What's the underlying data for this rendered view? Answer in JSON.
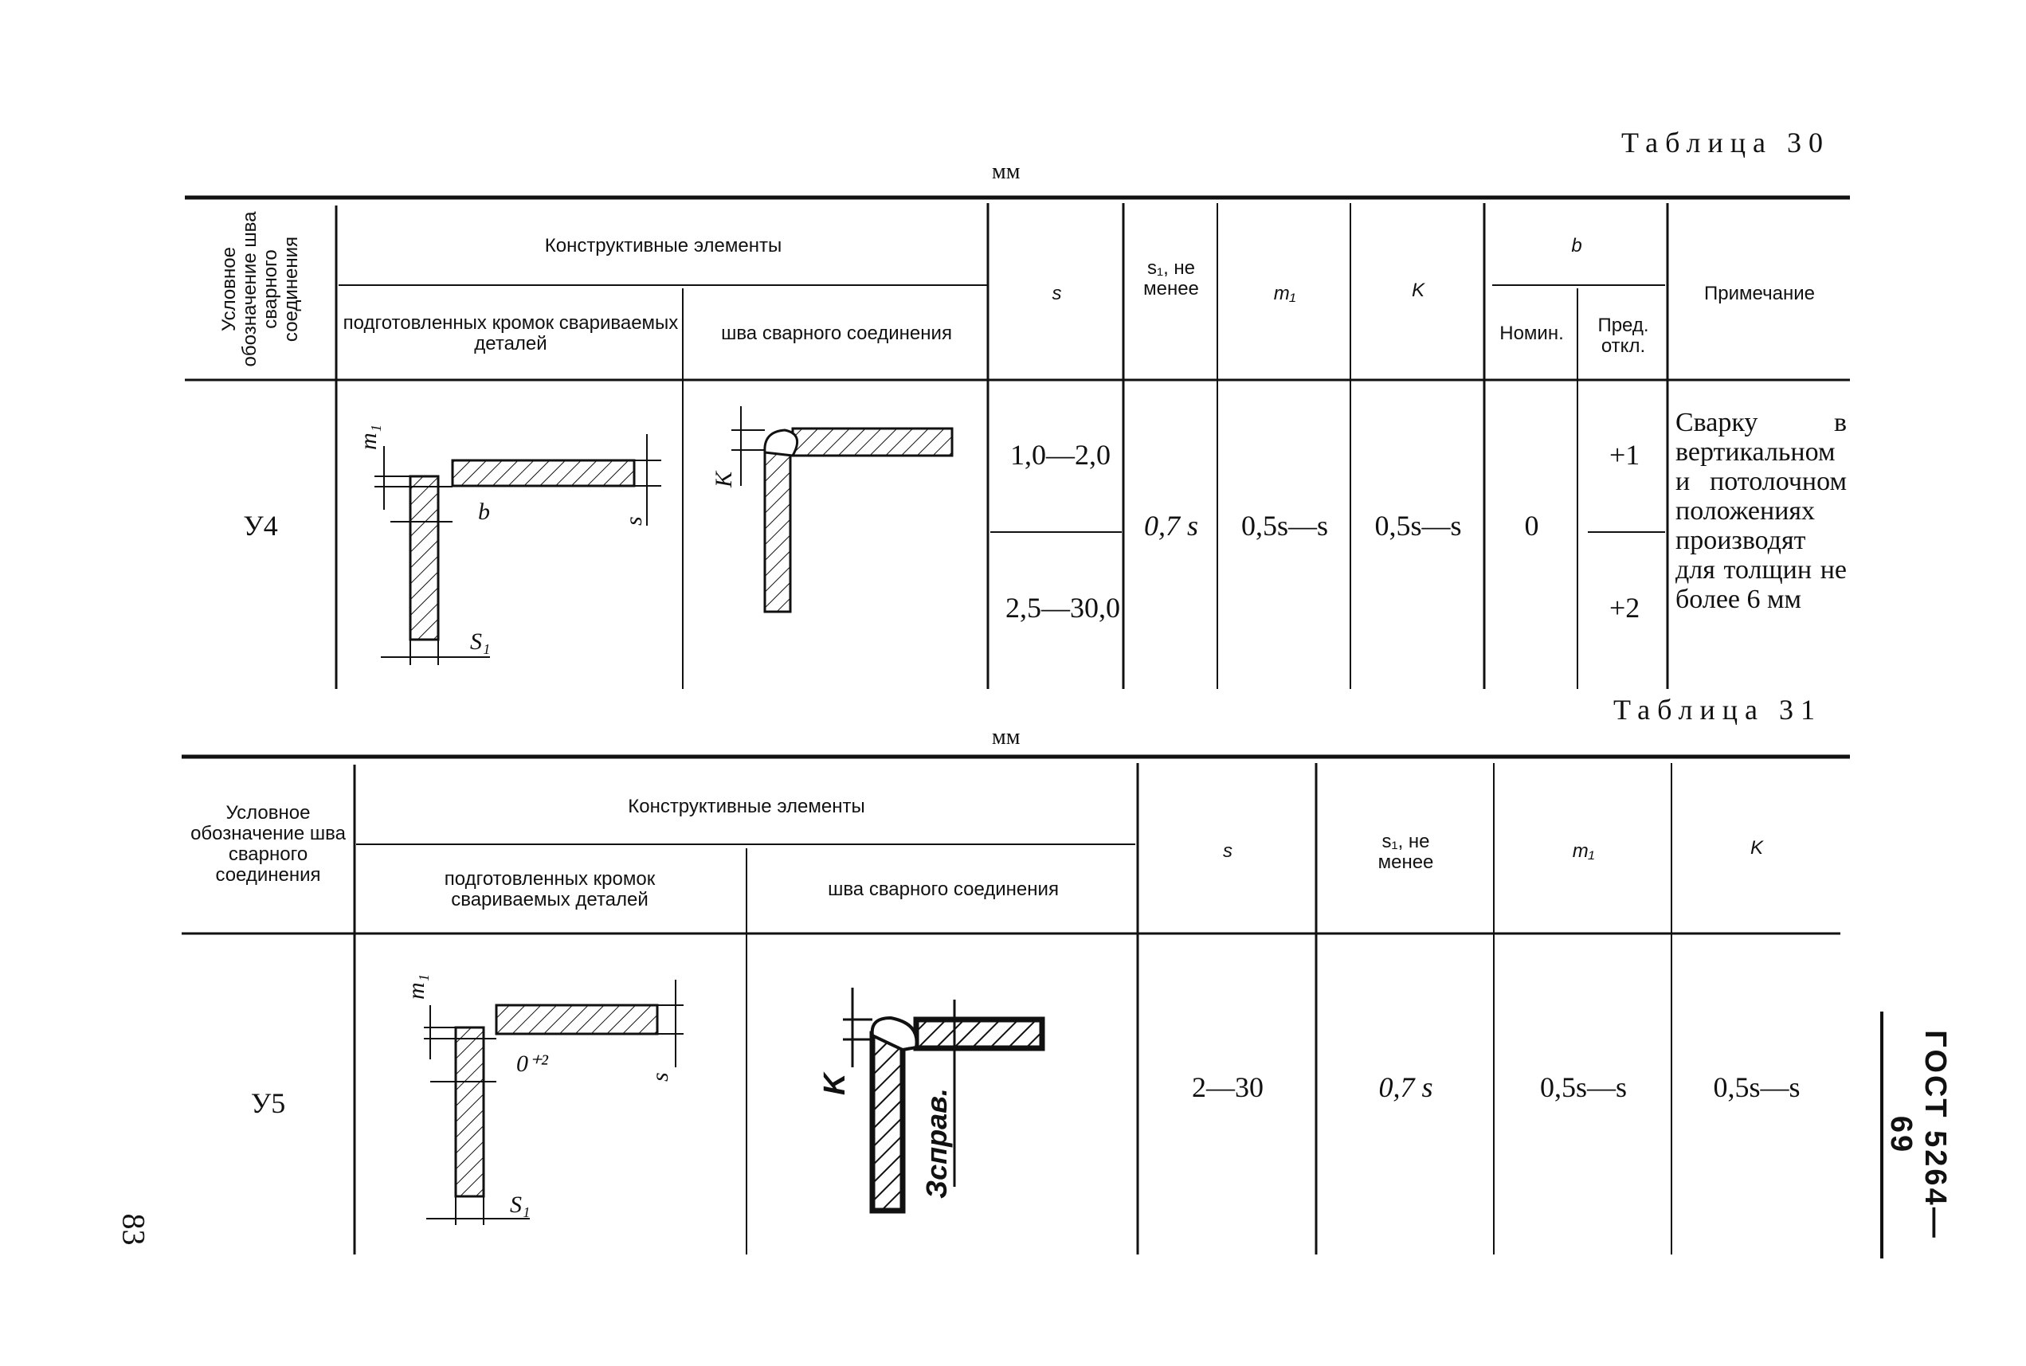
{
  "page": {
    "number": "83",
    "standard": "ГОСТ 5264—69"
  },
  "table30": {
    "title": "Таблица 30",
    "unit": "мм",
    "headers": {
      "designation": "Условное обозначение шва сварного соединения",
      "elements": "Конструктивные элементы",
      "prepared_edges": "подготовленных кромок свариваемых деталей",
      "weld": "шва сварного соединения",
      "s": "s",
      "s1": "s₁, не менее",
      "m1": "m₁",
      "K": "K",
      "b": "b",
      "nominal": "Номин.",
      "deviation": "Пред. откл.",
      "note": "Примечание"
    },
    "row": {
      "designation": "У4",
      "s_ranges": [
        "1,0—2,0",
        "2,5—30,0"
      ],
      "s1": "0,7 s",
      "m1": "0,5s—s",
      "K": "0,5s—s",
      "b_nominal": "0",
      "b_deviation": [
        "+1",
        "+2"
      ],
      "note": "Сварку в вертикальном и потолочном положениях производят для толщин не более 6 мм"
    },
    "drawing_labels": {
      "m1": "m₁",
      "b": "b",
      "s": "s",
      "s1": "S₁",
      "K": "K"
    }
  },
  "table31": {
    "title": "Таблица 31",
    "unit": "мм",
    "headers": {
      "designation": "Условное обозначение шва сварного соединения",
      "elements": "Конструктивные элементы",
      "prepared_edges": "подготовленных кромок свариваемых деталей",
      "weld": "шва сварного соединения",
      "s": "s",
      "s1": "s₁, не менее",
      "m1": "m₁",
      "K": "K"
    },
    "row": {
      "designation": "У5",
      "s": "2—30",
      "s1": "0,7 s",
      "m1": "0,5s—s",
      "K": "0,5s—s"
    },
    "drawing_labels": {
      "m1": "m₁",
      "gap": "0⁺²",
      "s": "s",
      "s1": "S₁",
      "K": "K",
      "weld_mark": "Зсправ."
    }
  }
}
